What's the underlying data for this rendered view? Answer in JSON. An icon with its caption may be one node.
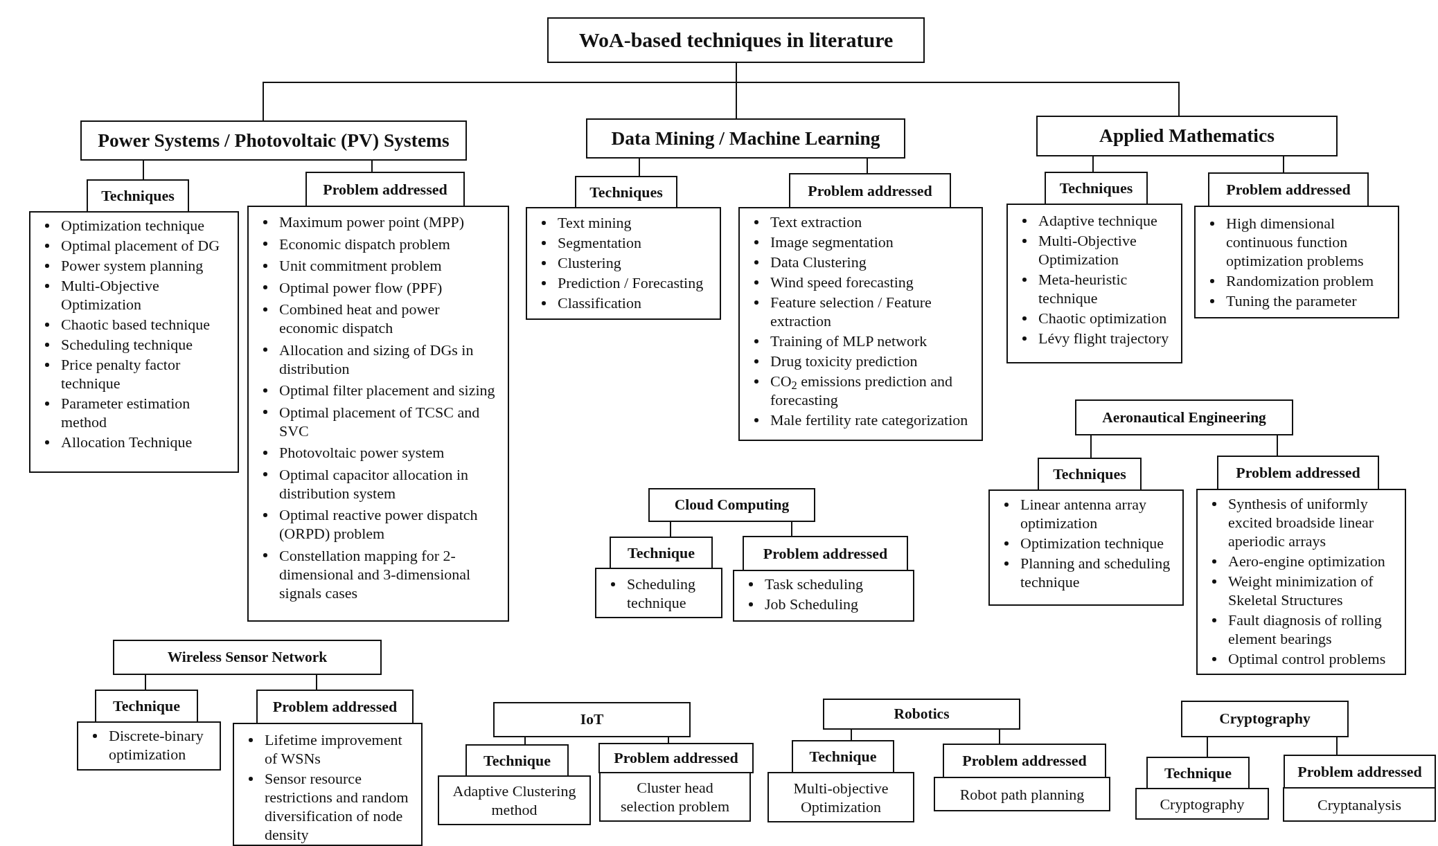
{
  "diagram": {
    "nodes": [
      {
        "text": [
          "WoA-based techniques in literature"
        ]
      },
      {
        "text": [
          "Power Systems / Photovoltaic (PV) Systems"
        ]
      },
      {
        "text": [
          "Techniques"
        ]
      },
      {
        "text": [
          "Optimization technique",
          "Optimal placement of DG",
          "Power system planning",
          "Multi-Objective Optimization",
          "Chaotic based technique",
          "Scheduling technique",
          "Price penalty factor technique",
          "Parameter estimation method",
          "Allocation Technique"
        ]
      },
      {
        "text": [
          "Problem addressed"
        ]
      },
      {
        "text": [
          "Maximum power point (MPP)",
          "Economic dispatch problem",
          "Unit commitment problem",
          "Optimal power flow (PPF)",
          "Combined heat and power economic dispatch",
          "Allocation and sizing of DGs in distribution",
          "Optimal filter placement and sizing",
          "Optimal placement of TCSC and SVC",
          "Photovoltaic power system",
          "Optimal capacitor allocation in distribution system",
          "Optimal reactive power dispatch (ORPD) problem",
          "Constellation mapping for 2-dimensional and 3-dimensional signals cases"
        ]
      },
      {
        "text": [
          "Data Mining / Machine Learning"
        ]
      },
      {
        "text": [
          "Techniques"
        ]
      },
      {
        "text": [
          "Text mining",
          "Segmentation",
          "Clustering",
          "Prediction / Forecasting",
          "Classification"
        ]
      },
      {
        "text": [
          "Problem addressed"
        ]
      },
      {
        "text": [
          "Text extraction",
          "Image segmentation",
          "Data Clustering",
          "Wind speed forecasting",
          "Feature selection / Feature extraction",
          "Training of MLP network",
          "Drug toxicity prediction",
          "CO$_{2}$ emissions prediction and forecasting",
          "Male fertility rate categorization"
        ]
      },
      {
        "text": [
          "Applied Mathematics"
        ]
      },
      {
        "text": [
          "Techniques"
        ]
      },
      {
        "text": [
          "Adaptive technique",
          "Multi-Objective Optimization",
          "Meta-heuristic technique",
          "Chaotic optimization",
          "Lévy flight trajectory"
        ]
      },
      {
        "text": [
          "Problem addressed"
        ]
      },
      {
        "text": [
          "High dimensional continuous function optimization problems",
          "Randomization problem",
          "Tuning the parameter"
        ]
      },
      {
        "text": [
          "Cloud Computing"
        ]
      },
      {
        "text": [
          "Technique"
        ]
      },
      {
        "text": [
          "Scheduling technique"
        ]
      },
      {
        "text": [
          "Problem addressed"
        ]
      },
      {
        "text": [
          "Task scheduling",
          "Job Scheduling"
        ]
      },
      {
        "text": [
          "Aeronautical Engineering"
        ]
      },
      {
        "text": [
          "Techniques"
        ]
      },
      {
        "text": [
          "Linear antenna array optimization",
          "Optimization technique",
          "Planning and scheduling technique"
        ]
      },
      {
        "text": [
          "Problem addressed"
        ]
      },
      {
        "text": [
          "Synthesis of uniformly excited broadside linear aperiodic arrays",
          "Aero-engine optimization",
          "Weight minimization of Skeletal Structures",
          "Fault diagnosis of rolling element bearings",
          "Optimal control problems"
        ]
      },
      {
        "text": [
          "Wireless Sensor Network"
        ]
      },
      {
        "text": [
          "Technique"
        ]
      },
      {
        "text": [
          "Discrete-binary optimization"
        ]
      },
      {
        "text": [
          "Problem addressed"
        ]
      },
      {
        "text": [
          "Lifetime improvement of WSNs",
          "Sensor resource restrictions and random diversification of node density"
        ]
      },
      {
        "text": [
          "IoT"
        ]
      },
      {
        "text": [
          "Technique"
        ]
      },
      {
        "text": [
          "Adaptive Clustering method"
        ]
      },
      {
        "text": [
          "Problem addressed"
        ]
      },
      {
        "text": [
          "Cluster head selection problem"
        ]
      },
      {
        "text": [
          "Robotics"
        ]
      },
      {
        "text": [
          "Technique"
        ]
      },
      {
        "text": [
          "Multi-objective Optimization"
        ]
      },
      {
        "text": [
          "Problem addressed"
        ]
      },
      {
        "text": [
          "Robot path planning"
        ]
      },
      {
        "text": [
          "Cryptography"
        ]
      },
      {
        "text": [
          "Technique"
        ]
      },
      {
        "text": [
          "Cryptography"
        ]
      },
      {
        "text": [
          "Problem addressed"
        ]
      },
      {
        "text": [
          "Cryptanalysis"
        ]
      }
    ],
    "edges": [
      {
        "from": 0,
        "to": 1,
        "arrow": "none"
      },
      {
        "from": 0,
        "to": 6,
        "arrow": "none"
      },
      {
        "from": 0,
        "to": 11,
        "arrow": "none"
      },
      {
        "from": 1,
        "to": 2,
        "arrow": "none"
      },
      {
        "from": 1,
        "to": 4,
        "arrow": "none"
      },
      {
        "from": 6,
        "to": 7,
        "arrow": "none"
      },
      {
        "from": 6,
        "to": 9,
        "arrow": "none"
      },
      {
        "from": 11,
        "to": 12,
        "arrow": "none"
      },
      {
        "from": 11,
        "to": 14,
        "arrow": "none"
      },
      {
        "from": 16,
        "to": 17,
        "arrow": "none"
      },
      {
        "from": 16,
        "to": 19,
        "arrow": "none"
      },
      {
        "from": 21,
        "to": 22,
        "arrow": "none"
      },
      {
        "from": 21,
        "to": 24,
        "arrow": "none"
      },
      {
        "from": 26,
        "to": 27,
        "arrow": "none"
      },
      {
        "from": 26,
        "to": 29,
        "arrow": "none"
      },
      {
        "from": 31,
        "to": 32,
        "arrow": "none"
      },
      {
        "from": 31,
        "to": 34,
        "arrow": "none"
      },
      {
        "from": 36,
        "to": 37,
        "arrow": "none"
      },
      {
        "from": 36,
        "to": 39,
        "arrow": "none"
      },
      {
        "from": 41,
        "to": 42,
        "arrow": "none"
      },
      {
        "from": 41,
        "to": 44,
        "arrow": "none"
      }
    ]
  }
}
